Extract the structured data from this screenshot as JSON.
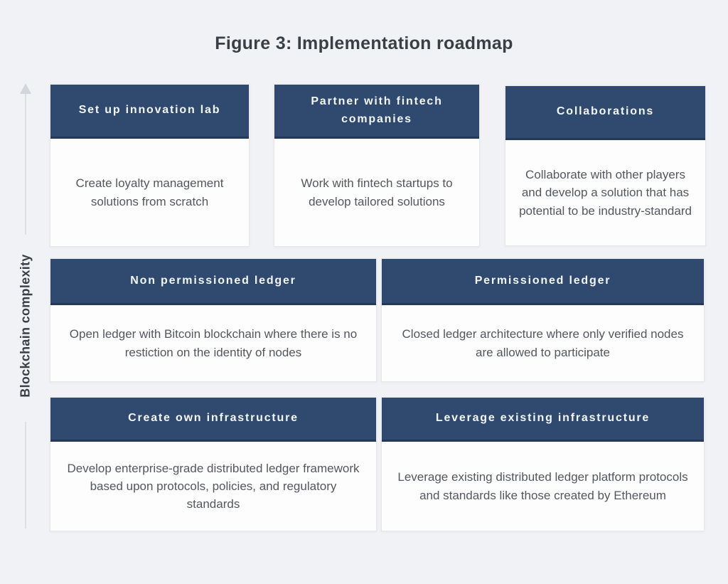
{
  "title": "Figure 3: Implementation roadmap",
  "axis": {
    "label": "Blockchain complexity",
    "direction": "up"
  },
  "cards": [
    {
      "title": "Set up innovation lab",
      "body": "Create loyalty management solutions from scratch"
    },
    {
      "title": "Partner with fintech companies",
      "body": "Work with fintech startups to develop tailored solutions"
    },
    {
      "title": "Collaborations",
      "body": "Collaborate with other players and develop a solution that has potential to be industry-standard"
    },
    {
      "title": "Non permissioned ledger",
      "body": "Open ledger with Bitcoin blockchain where there is no restiction on the identity of nodes"
    },
    {
      "title": "Permissioned ledger",
      "body": "Closed ledger architecture where only verified nodes are allowed to participate"
    },
    {
      "title": "Create own infrastructure",
      "body": "Develop enterprise-grade distributed ledger framework based upon protocols, policies, and regulatory standards"
    },
    {
      "title": "Leverage existing infrastructure",
      "body": "Leverage existing distributed ledger platform protocols and standards like those created by Ethereum"
    }
  ],
  "colors": {
    "page_background": "#f1f2f5",
    "card_header_background": "#2f4a6e",
    "card_header_accent": "#24395a",
    "card_header_text": "#f3f6f9",
    "card_body_background": "#fdfdfe",
    "card_body_text": "#53585e",
    "title_text": "#3a3f46",
    "axis_line": "#dcdfe4"
  }
}
